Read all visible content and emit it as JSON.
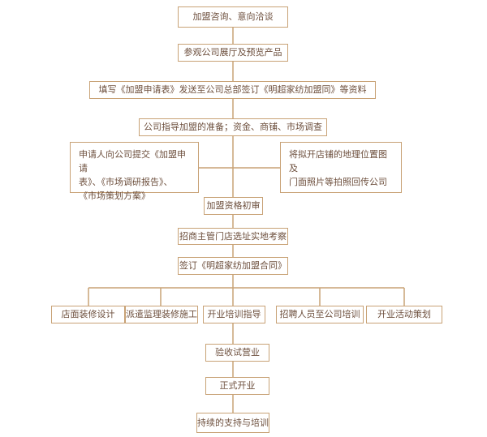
{
  "flow": {
    "step1": "加盟咨询、意向洽谈",
    "step2": "参观公司展厅及预览产品",
    "step3": "填写《加盟申请表》发送至公司总部签订《明超家纺加盟同》等资料",
    "step4": "公司指导加盟的准备；资金、商铺、市场调查",
    "side_left": "申请人向公司提交《加盟申请\n表》、《市场调研报告》、\n《市场策划方案》",
    "side_right": "将拟开店铺的地理位置图及\n门面照片等拍照回传公司",
    "step5": "加盟资格初审",
    "step6": "招商主管门店选址实地考察",
    "step7": "签订《明超家纺加盟合同》",
    "branches": [
      "店面装修设计",
      "派遣监理装修施工",
      "开业培训指导",
      "招聘人员至公司培训",
      "开业活动策划"
    ],
    "step8": "验收试营业",
    "step9": "正式开业",
    "step10": "持续的支持与培训"
  },
  "colors": {
    "line": "#c8a276",
    "text": "#6d4f3d",
    "background": "#ffffff"
  }
}
